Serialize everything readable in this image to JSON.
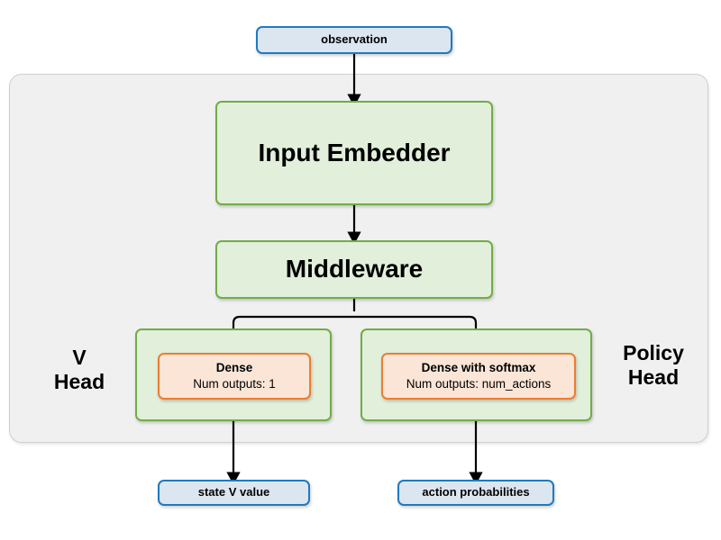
{
  "diagram": {
    "title_nodes": {
      "observation": "observation",
      "input_embedder": "Input Embedder",
      "middleware": "Middleware",
      "state_v_value": "state V value",
      "action_probabilities": "action probabilities"
    },
    "heads": {
      "v_head_label": "V\nHead",
      "policy_head_label": "Policy\nHead",
      "v_head_dense": {
        "title": "Dense",
        "subtitle": "Num outputs: 1"
      },
      "policy_head_dense": {
        "title": "Dense with softmax",
        "subtitle": "Num outputs: num_actions"
      }
    },
    "colors": {
      "blue_border": "#1f7ac0",
      "blue_fill": "#dce6f1",
      "green_border": "#70ad47",
      "green_fill": "#e2efda",
      "orange_border": "#ed7d31",
      "orange_fill": "#fae5d7",
      "container_fill": "#f0f0f0",
      "container_border": "#cfcfcf",
      "arrow": "#000000"
    }
  }
}
